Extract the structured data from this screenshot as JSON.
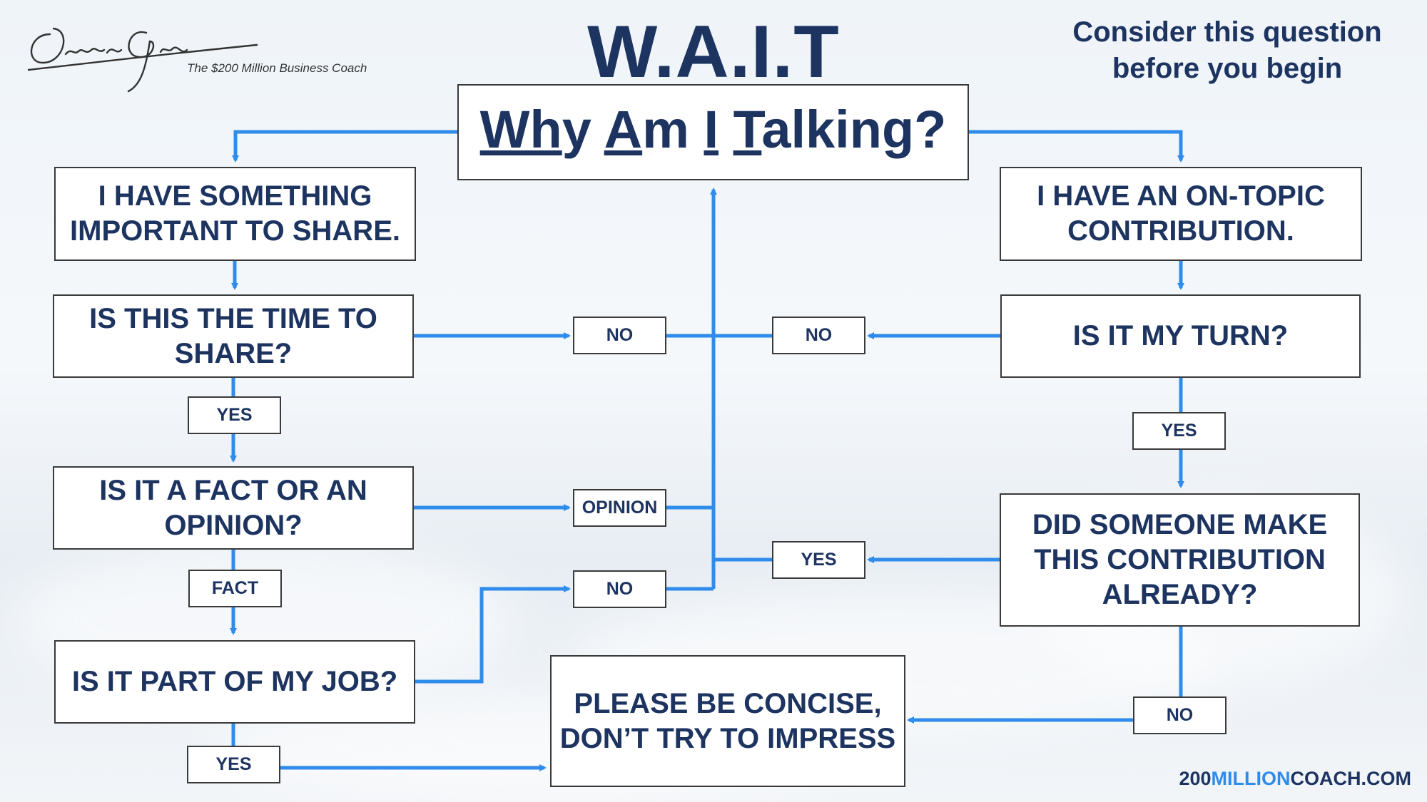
{
  "brand": {
    "signature": "Oisin Grogan",
    "tagline": "The $200 Million Business Coach",
    "url_part1": "200",
    "url_part2": "MILLION",
    "url_part3": "COACH.COM"
  },
  "title": "W.A.I.T",
  "subtitle": "Consider this question before you begin",
  "main_question": {
    "w": "Wh",
    "w_rest": "y ",
    "a": "A",
    "a_rest": "m ",
    "i": "I",
    "i_rest": " ",
    "t": "T",
    "t_rest": "alking?"
  },
  "nodes": {
    "important": "I HAVE SOMETHING IMPORTANT TO SHARE.",
    "time_to_share": "IS THIS THE TIME TO SHARE?",
    "fact_or_opinion": "IS IT A FACT OR AN OPINION?",
    "part_of_job": "IS IT PART OF MY JOB?",
    "on_topic": "I HAVE AN ON-TOPIC CONTRIBUTION.",
    "my_turn": "IS IT MY TURN?",
    "someone_made": "DID SOMEONE MAKE THIS CONTRIBUTION ALREADY?",
    "concise": "PLEASE BE CONCISE, DON’T TRY TO IMPRESS"
  },
  "labels": {
    "yes_time": "YES",
    "fact": "FACT",
    "yes_job": "YES",
    "no_time": "NO",
    "opinion": "OPINION",
    "no_job": "NO",
    "no_turn": "NO",
    "yes_turn": "YES",
    "yes_someone": "YES",
    "no_someone": "NO"
  },
  "colors": {
    "connector": "#2f8ceb",
    "text": "#1d3461",
    "accent": "#2f8ceb"
  }
}
